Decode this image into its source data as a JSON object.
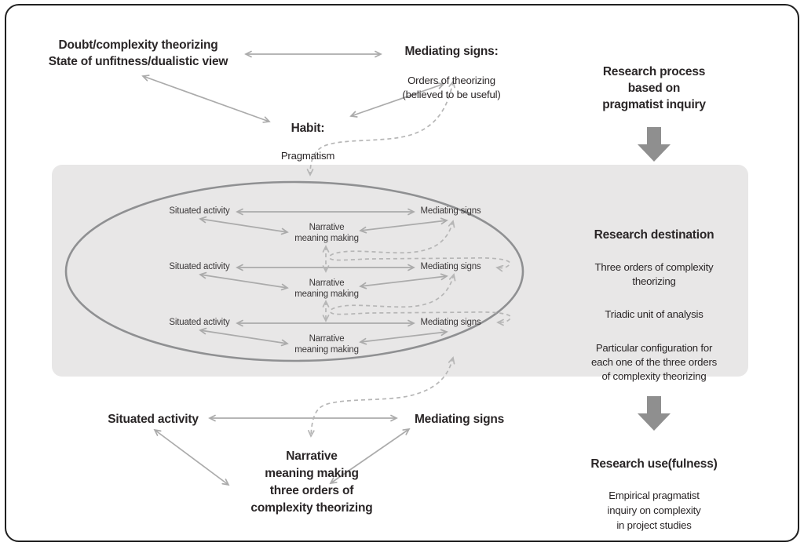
{
  "blocks": {
    "doubt": {
      "text": "Doubt/complexity theorizing\nState of unfitness/dualistic view"
    },
    "mediating_signs_top": {
      "title": "Mediating signs:",
      "subtitle": "Orders of theorizing\n(believed to be useful)"
    },
    "habit": {
      "title": "Habit:",
      "subtitle": "Pragmatism"
    }
  },
  "right_column": {
    "research_process": {
      "text": "Research process\nbased on\npragmatist inquiry"
    },
    "research_destination": {
      "title": "Research destination",
      "point_1": "Three orders of complexity\ntheorizing",
      "point_2": "Triadic unit of analysis",
      "point_3": "Particular configuration for\neach one of the three orders\nof complexity theorizing"
    },
    "research_use": {
      "title": "Research use(fulness)",
      "subtitle": "Empirical pragmatist\ninquiry on complexity\nin project studies"
    }
  },
  "ellipse": {
    "rows": [
      {
        "situated": "Situated activity",
        "mediating": "Mediating signs",
        "narrative": "Narrative\nmeaning making"
      },
      {
        "situated": "Situated activity",
        "mediating": "Mediating signs",
        "narrative": "Narrative\nmeaning making"
      },
      {
        "situated": "Situated activity",
        "mediating": "Mediating signs",
        "narrative": "Narrative\nmeaning making"
      }
    ]
  },
  "bottom_triad": {
    "situated": "Situated activity",
    "mediating": "Mediating signs",
    "narrative": "Narrative\nmeaning making\nthree orders of\ncomplexity theorizing"
  },
  "colors": {
    "panel": "#e8e7e7",
    "ellipse_stroke": "#8f9092",
    "solid_arrow": "#ababab",
    "dashed_arrow": "#b6b6b6",
    "block_arrow": "#8f8f8f",
    "text": "#2a2627",
    "border": "#202020"
  }
}
